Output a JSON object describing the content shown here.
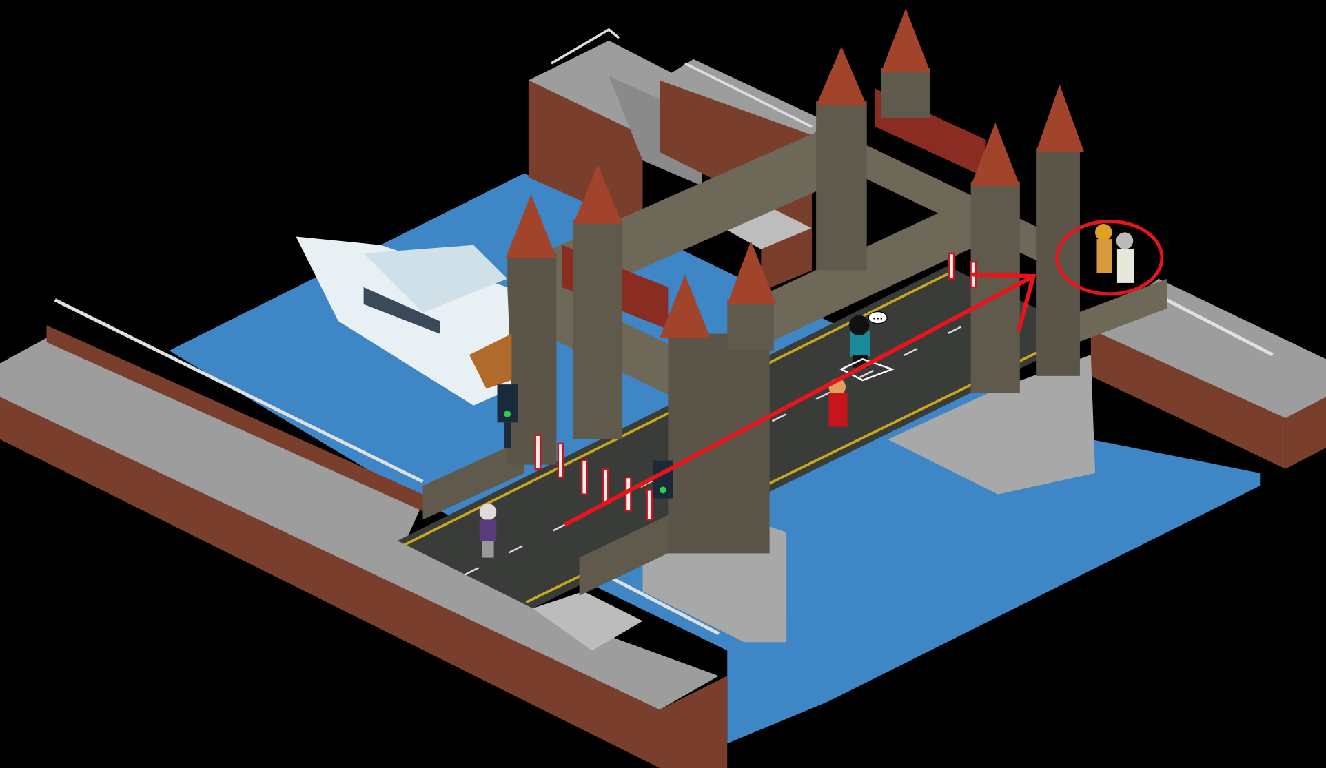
{
  "game": {
    "room": "castle-drawbridge",
    "speech_bubble": "...",
    "annotation": {
      "arrow_color": "#e8141c",
      "circle_color": "#e8141c"
    }
  },
  "colors": {
    "background": "#000000",
    "water": "#3f86c6",
    "water_light": "#5a9ed6",
    "stone": "#5f5a4c",
    "stone_light": "#7a7462",
    "roof": "#a2432c",
    "brick": "#7a3f2c",
    "quay_top": "#9d9d9d",
    "road": "#3a3c3a",
    "road_line": "#c8a81c"
  },
  "avatars": [
    {
      "name": "avatar-typing",
      "shirt": "#1b8a9a"
    },
    {
      "name": "avatar-red",
      "shirt": "#c8141c"
    },
    {
      "name": "avatar-purple",
      "shirt": "#5a3a7a"
    },
    {
      "name": "avatar-gold",
      "shirt": "#e0a020"
    },
    {
      "name": "avatar-white",
      "shirt": "#e8e8d8"
    }
  ]
}
